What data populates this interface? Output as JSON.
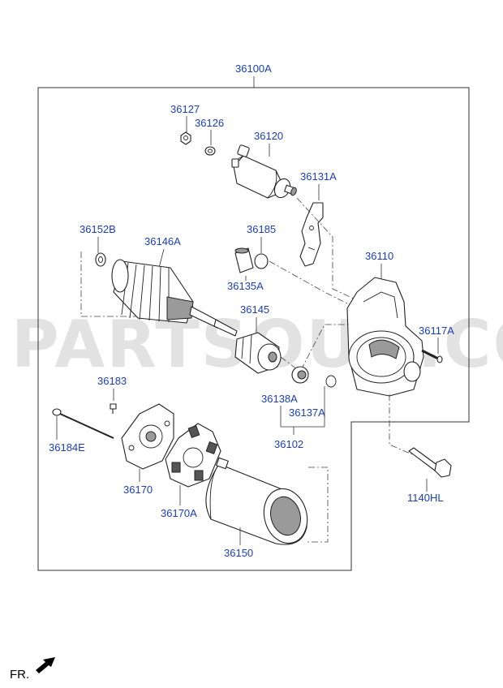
{
  "watermark": "PARTSOUQ.COM",
  "fr_label": "FR.",
  "labels": {
    "p36100A": "36100A",
    "p36127": "36127",
    "p36126": "36126",
    "p36120": "36120",
    "p36131A": "36131A",
    "p36152B": "36152B",
    "p36146A": "36146A",
    "p36185": "36185",
    "p36110": "36110",
    "p36135A": "36135A",
    "p36145": "36145",
    "p36117A": "36117A",
    "p36183": "36183",
    "p36138A": "36138A",
    "p36137A": "36137A",
    "p36184E": "36184E",
    "p36102": "36102",
    "p36170": "36170",
    "p1140HL": "1140HL",
    "p36170A": "36170A",
    "p36150": "36150"
  }
}
